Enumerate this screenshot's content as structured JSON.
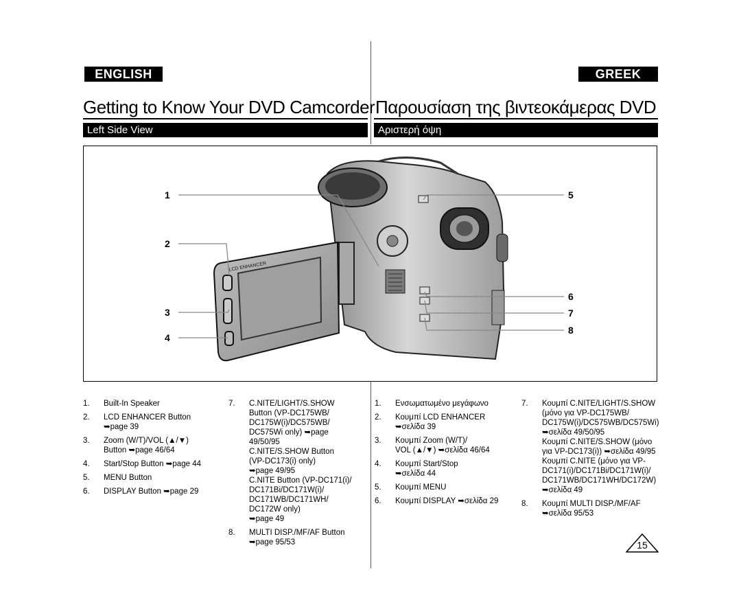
{
  "header": {
    "lang_left": "ENGLISH",
    "lang_right": "GREEK",
    "title_left": "Getting to Know Your DVD Camcorder",
    "title_right": "Παρουσίαση της βιντεοκάμερας DVD",
    "section_left": "Left Side View",
    "section_right": "Αριστερή όψη"
  },
  "figure": {
    "callouts": [
      "1",
      "2",
      "3",
      "4",
      "5",
      "6",
      "7",
      "8"
    ],
    "lcd_label": "LCD ENHANCER"
  },
  "english_col1": [
    {
      "num": "1.",
      "text": "Built-In Speaker"
    },
    {
      "num": "2.",
      "text": "LCD ENHANCER Button\n➥page 39"
    },
    {
      "num": "3.",
      "text": "Zoom (W/T)/VOL (▲/▼)\nButton ➥page 46/64"
    },
    {
      "num": "4.",
      "text": "Start/Stop Button ➥page 44"
    },
    {
      "num": "5.",
      "text": "MENU Button"
    },
    {
      "num": "6.",
      "text": "DISPLAY Button ➥page 29"
    }
  ],
  "english_col2": [
    {
      "num": "7.",
      "text": "C.NITE/LIGHT/S.SHOW\nButton (VP-DC175WB/\nDC175W(i)/DC575WB/\nDC575Wi only) ➥page\n49/50/95\nC.NITE/S.SHOW Button\n(VP-DC173(i) only)\n➥page 49/95\nC.NITE Button (VP-DC171(i)/\nDC171Bi/DC171W(i)/\nDC171WB/DC171WH/\nDC172W only)\n➥page 49"
    },
    {
      "num": "8.",
      "text": "MULTI DISP./MF/AF Button\n➥page 95/53"
    }
  ],
  "greek_col1": [
    {
      "num": "1.",
      "text": "Ενσωματωμένο μεγάφωνο"
    },
    {
      "num": "2.",
      "text": "Κουμπί LCD ENHANCER\n➥σελίδα 39"
    },
    {
      "num": "3.",
      "text": "Κουμπί Zoom (W/T)/\nVOL (▲/▼) ➥σελίδα 46/64"
    },
    {
      "num": "4.",
      "text": "Κουμπί Start/Stop\n➥σελίδα 44"
    },
    {
      "num": "5.",
      "text": "Κουμπί MENU"
    },
    {
      "num": "6.",
      "text": "Κουμπί DISPLAY ➥σελίδα 29"
    }
  ],
  "greek_col2": [
    {
      "num": "7.",
      "text": "Κουμπί C.NITE/LIGHT/S.SHOW\n(μόνο για VP-DC175WB/\nDC175W(i)/DC575WB/DC575Wi)\n➥σελίδα 49/50/95\nΚουμπί C.NITE/S.SHOW (μόνο\nγια VP-DC173(i)) ➥σελίδα 49/95\nΚουμπί C.NITE (μόνο για VP-\nDC171(i)/DC171Bi/DC171W(i)/\nDC171WB/DC171WH/DC172W)\n➥σελίδα 49"
    },
    {
      "num": "8.",
      "text": "Κουμπί MULTI DISP./MF/AF\n➥σελίδα 95/53"
    }
  ],
  "page_number": "15"
}
